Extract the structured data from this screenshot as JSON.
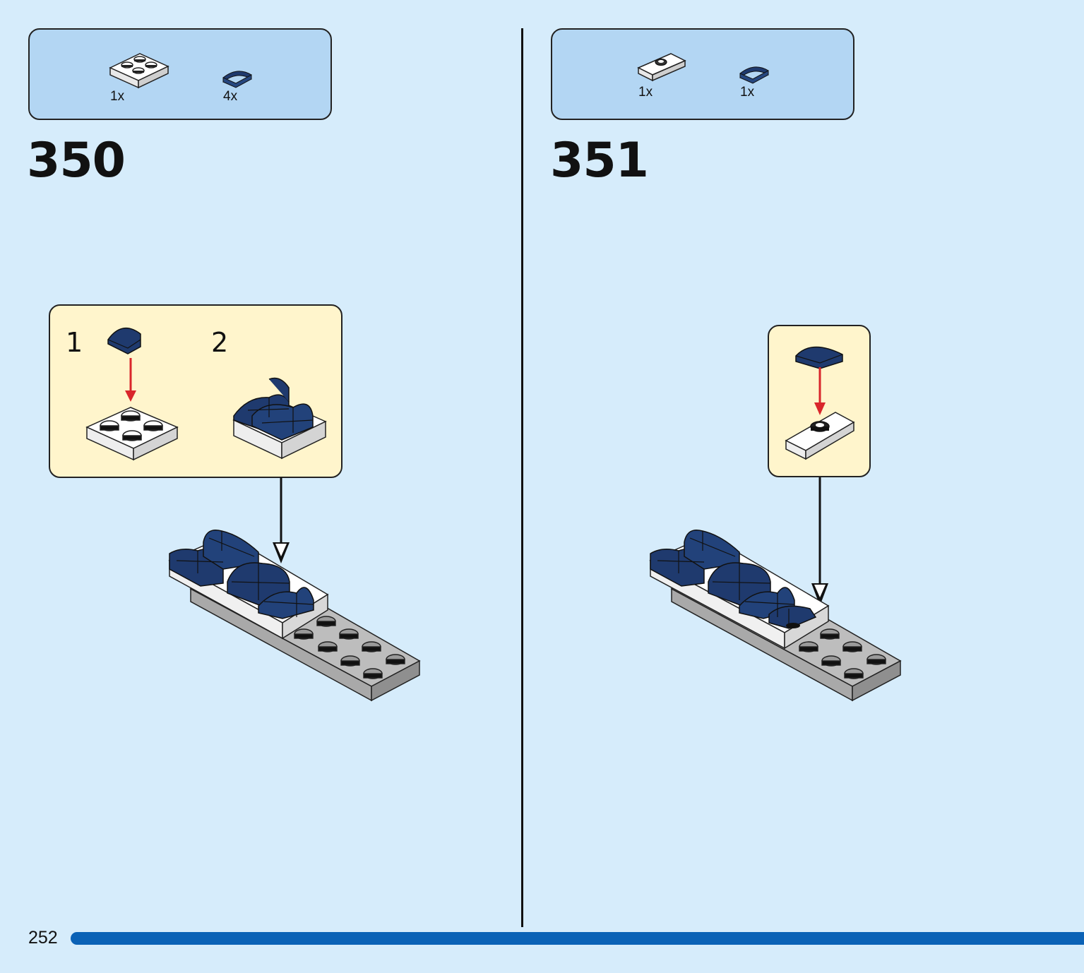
{
  "steps": [
    {
      "number": "350",
      "parts": [
        {
          "icon": "white-2x2-plate-icon",
          "qty": "1x"
        },
        {
          "icon": "dark-blue-quarter-tile-icon",
          "qty": "4x"
        }
      ],
      "callout": {
        "substeps": [
          "1",
          "2"
        ]
      }
    },
    {
      "number": "351",
      "parts": [
        {
          "icon": "white-1x2-jumper-plate-icon",
          "qty": "1x"
        },
        {
          "icon": "dark-blue-quarter-tile-icon",
          "qty": "1x"
        }
      ]
    }
  ],
  "page_number": "252",
  "colors": {
    "background": "#d6ecfb",
    "parts_box": "#b3d6f3",
    "callout": "#fff5cc",
    "dark_blue": "#1f3a6e",
    "arrow_red": "#d9262b",
    "page_bar": "#0b62b6"
  }
}
